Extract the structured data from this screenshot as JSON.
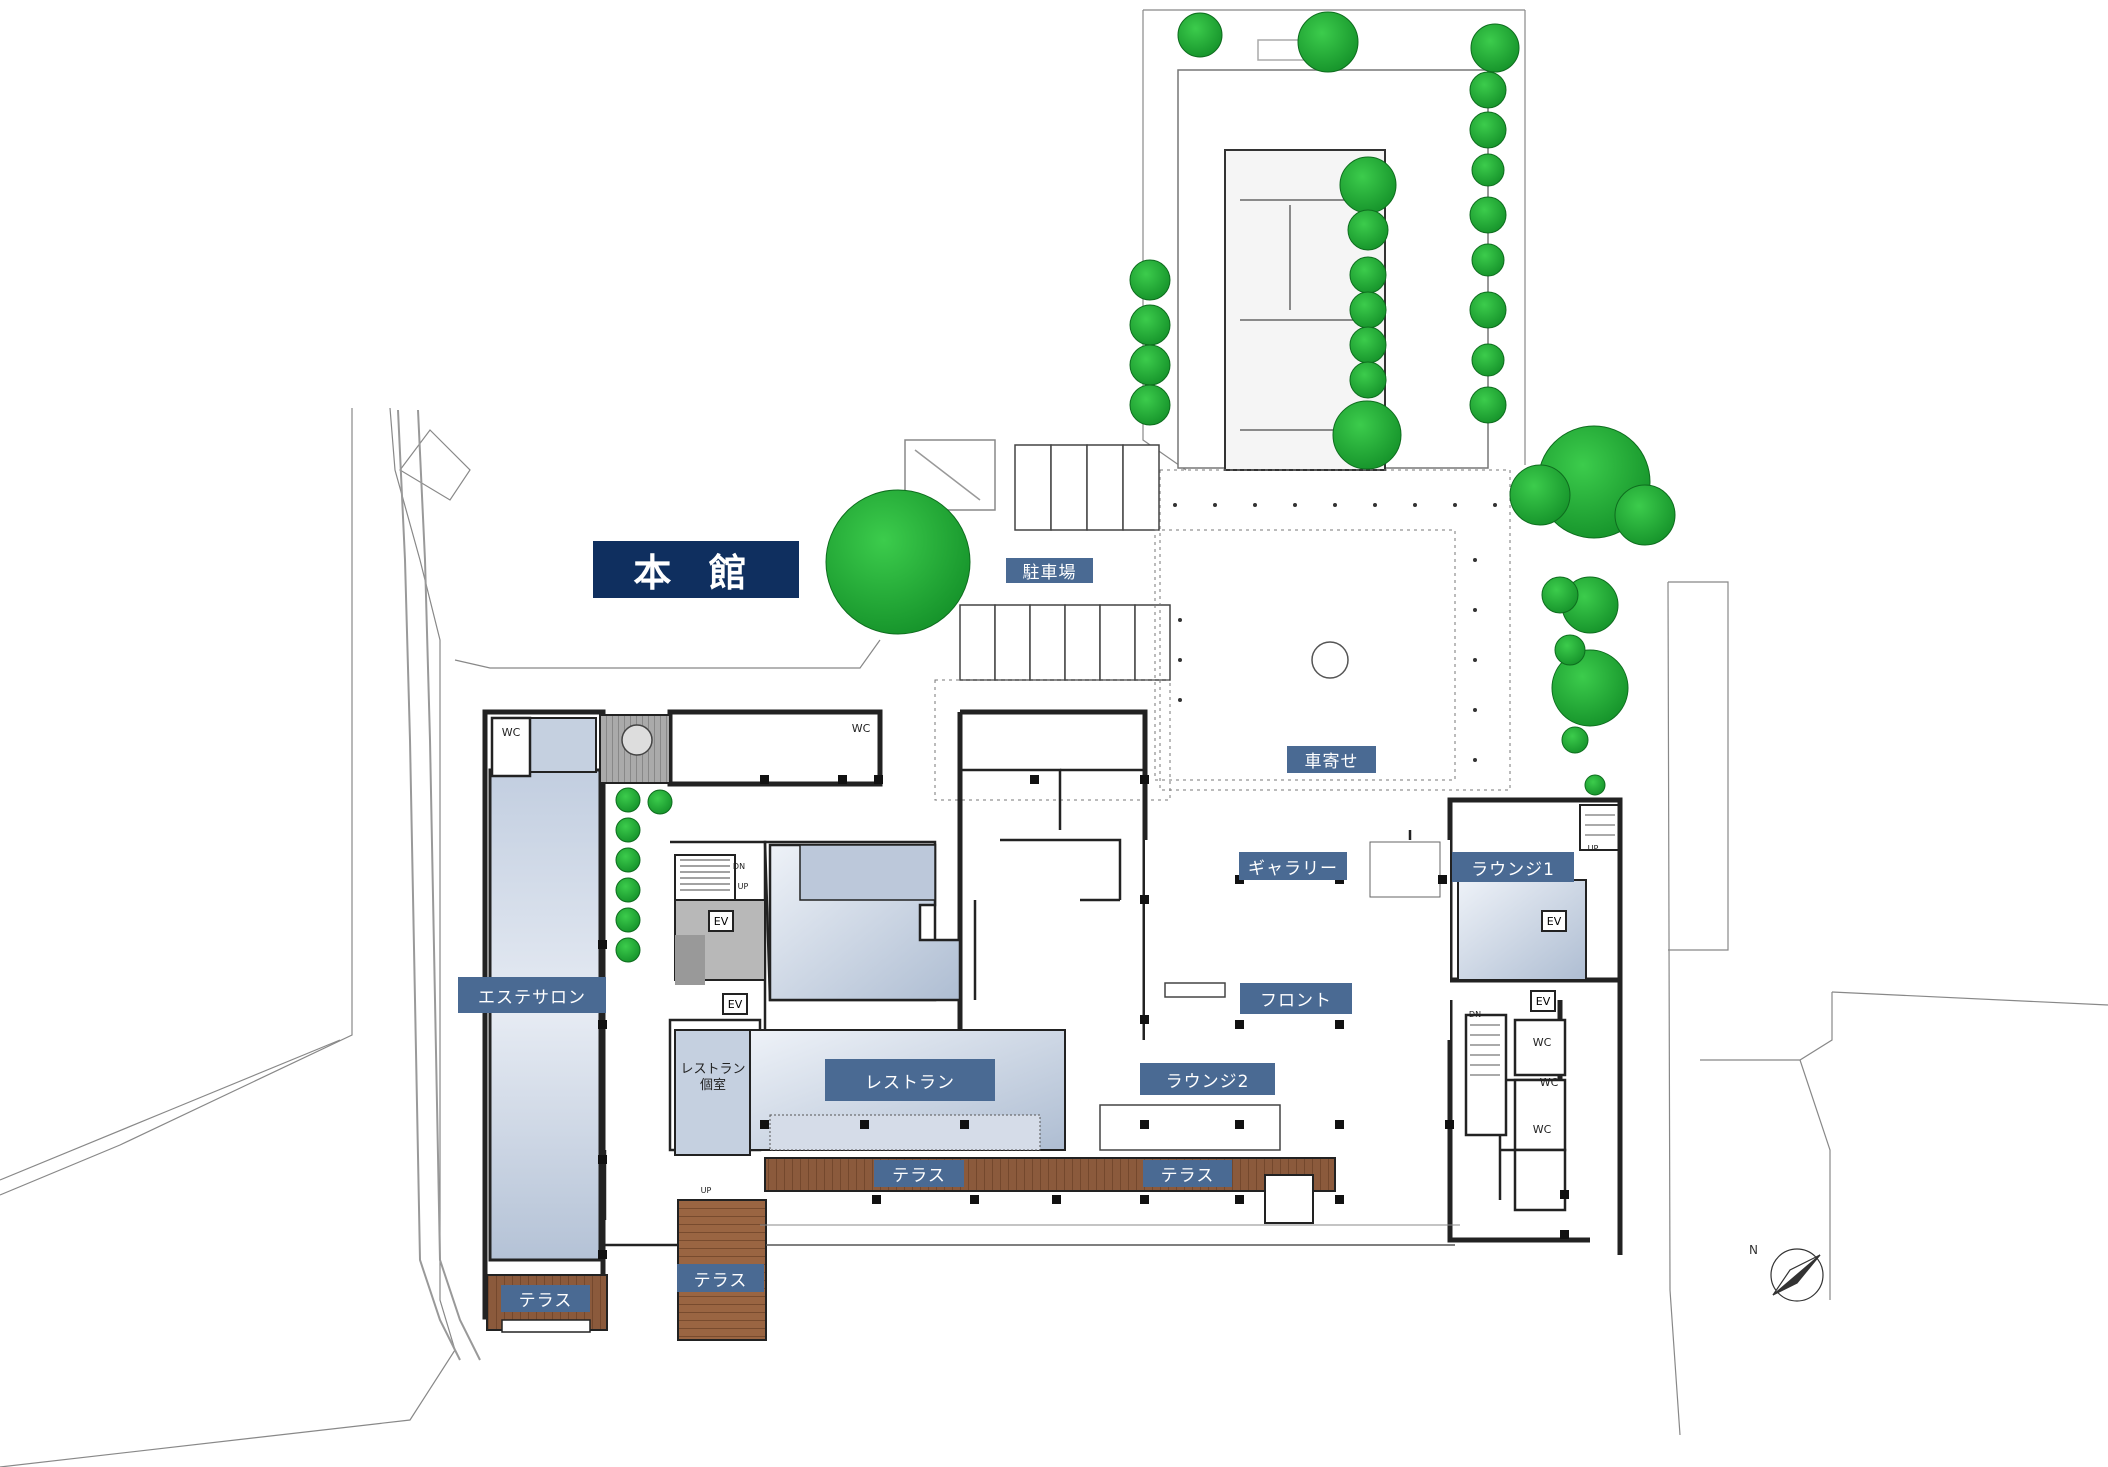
{
  "building": {
    "title": "本 館"
  },
  "areas": {
    "parking": "駐車場",
    "porte_cochere": "車寄せ",
    "gallery": "ギャラリー",
    "lounge1": "ラウンジ1",
    "front": "フロント",
    "este_salon": "エステサロン",
    "restaurant": "レストラン",
    "lounge2": "ラウンジ2",
    "terrace_a": "テラス",
    "terrace_b": "テラス",
    "terrace_c": "テラス",
    "terrace_d": "テラス",
    "private_room": "レストラン\n個室"
  },
  "facilities": {
    "wc": "WC",
    "ev": "EV",
    "up": "UP",
    "dn": "DN"
  },
  "compass": {
    "north_letter": "N"
  },
  "colors": {
    "label_bg": "#4a6a93",
    "title_bg": "#0f2f5f",
    "tree": "#22a838",
    "room_fill": "#c9d4e3",
    "terrace": "#8a5a3a",
    "wall": "#222222"
  }
}
